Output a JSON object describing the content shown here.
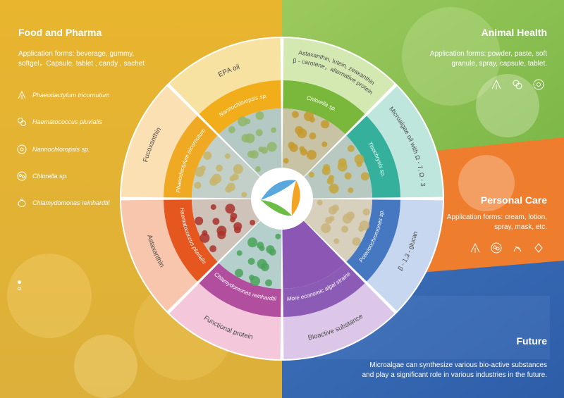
{
  "colors": {
    "food": "#e8b42a",
    "animal": "#8dc04f",
    "personal": "#ef7d2e",
    "future": "#3a69b4",
    "yellow": "#f2b21d",
    "green": "#7ab83c",
    "teal": "#3eb4a2",
    "blue": "#4a7cc4",
    "purple": "#9c5bb1",
    "red": "#e2592a"
  },
  "food_pharma": {
    "title": "Food and Pharma",
    "forms_line1": "Application forms: beverage, gummy,",
    "forms_line2": "softgel，Capsule, tablet , candy , sachet",
    "species": [
      {
        "icon": "phaeodactylum-icon",
        "name": "Phaeodactylum tricornutum"
      },
      {
        "icon": "haematococcus-icon",
        "name": "Haematococcus pluvialis"
      },
      {
        "icon": "nannochloropsis-icon",
        "name": "Nannochloropsis sp."
      },
      {
        "icon": "chlorella-icon",
        "name": "Chlorella sp."
      },
      {
        "icon": "chlamydomonas-icon",
        "name": "Chlamydomonas reinhardtii"
      }
    ]
  },
  "animal_health": {
    "title": "Animal Health",
    "forms_line1": "Application forms: powder, paste, soft",
    "forms_line2": "granule, spray, capsule, tablet."
  },
  "personal_care": {
    "title": "Personal Care",
    "forms_line1": "Application forms: cream, lotion,",
    "forms_line2": "spray, mask, etc."
  },
  "future": {
    "title": "Future",
    "line1": "Microalgae can synthesize various bio-active substances",
    "line2": "and play a significant role in various industries in the future."
  },
  "wheel": {
    "outer_segments": [
      "EPA oil",
      "Astaxanthin, lutein, zeaxanthin",
      "β - carotene，alternative protein",
      "Microalgae oil with Ω - 7, Ω - 3",
      "β - 1,3 - glucan",
      "Bioactive substance",
      "Functional protein",
      "Astaxanthin",
      "Fucoxanthin"
    ],
    "inner_segments": [
      "Nannochloropsis sp.",
      "Chlorella sp.",
      "Tisochrysis sp.",
      "Poterioochromonas sp.",
      "More economic algal strains",
      "Chlamydomonas reinhardtii",
      "Haematococcus pluvialis",
      "Phaeodactylum tricornutum"
    ]
  }
}
